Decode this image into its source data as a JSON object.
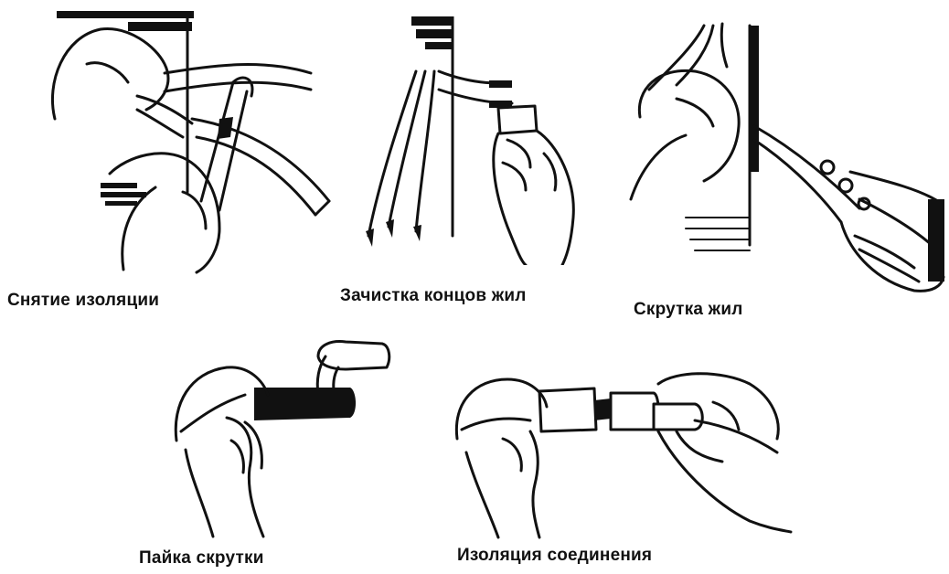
{
  "steps": [
    {
      "caption": "Снятие изоляции"
    },
    {
      "caption": "Зачистка концов жил"
    },
    {
      "caption": "Скрутка жил"
    },
    {
      "caption": "Пайка скрутки"
    },
    {
      "caption": "Изоляция соединения"
    }
  ],
  "colors": {
    "ink": "#111111",
    "background": "#ffffff"
  }
}
